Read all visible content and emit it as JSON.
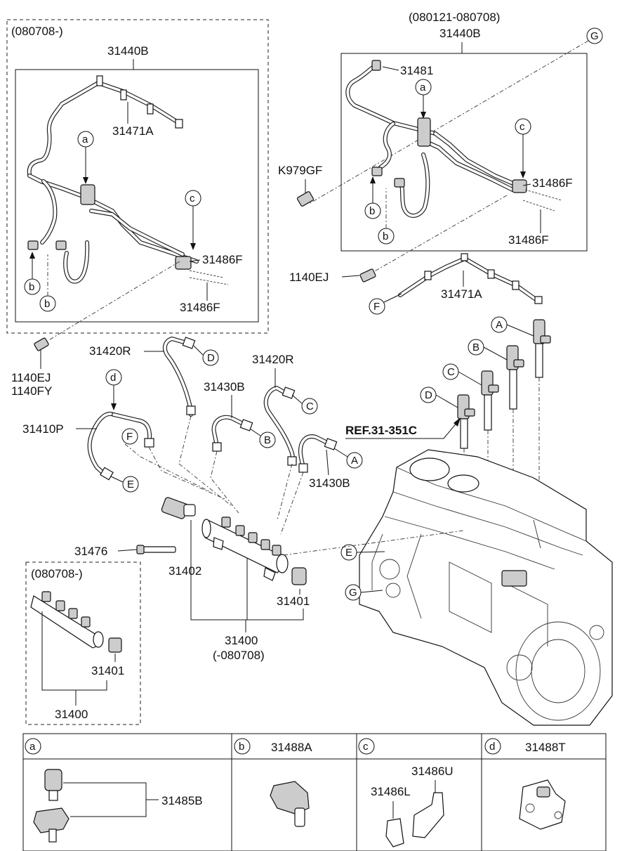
{
  "top_left_panel": {
    "range": "(080708-)",
    "main_part": "31440B",
    "labels": [
      "31471A",
      "31486F",
      "31486F",
      "1140EJ",
      "1140FY"
    ],
    "callouts": [
      "a",
      "b",
      "b",
      "c"
    ]
  },
  "top_right_panel": {
    "range": "(080121-080708)",
    "main_part": "31440B",
    "labels": [
      "31481",
      "K979GF",
      "31486F",
      "31486F",
      "1140EJ",
      "31471A"
    ],
    "callouts": [
      "G",
      "a",
      "b",
      "b",
      "c",
      "F"
    ]
  },
  "center": {
    "labels": [
      "31420R",
      "31420R",
      "31430B",
      "31430B",
      "31410P",
      "31476",
      "31402",
      "31401",
      "31400",
      "(-080708)"
    ],
    "callouts": [
      "D",
      "C",
      "B",
      "A",
      "E",
      "F",
      "d"
    ],
    "ref": "REF.31-351C"
  },
  "engine_callouts": [
    "A",
    "B",
    "C",
    "D",
    "E",
    "G"
  ],
  "bottom_left_panel": {
    "range": "(080708-)",
    "labels": [
      "31401",
      "31400"
    ]
  },
  "legend": {
    "cells": [
      {
        "key": "a",
        "header": "",
        "parts": [
          "31485B"
        ]
      },
      {
        "key": "b",
        "header": "31488A",
        "parts": []
      },
      {
        "key": "c",
        "header": "",
        "parts": [
          "31486U",
          "31486L"
        ]
      },
      {
        "key": "d",
        "header": "31488T",
        "parts": []
      }
    ]
  }
}
